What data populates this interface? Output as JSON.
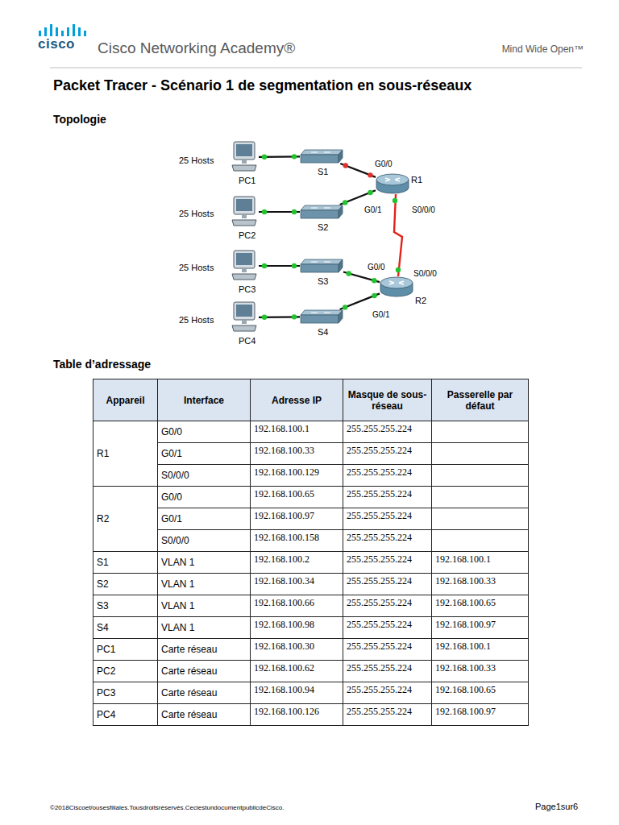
{
  "diagram": {
    "title": "Packet Tracer - Scénario 1 de segmentation en sous-réseaux",
    "nodes": [
      {
        "text": [
          "PC1"
        ]
      },
      {
        "text": [
          "S1"
        ]
      },
      {
        "text": [
          "R1"
        ]
      },
      {
        "text": [
          "PC2"
        ]
      },
      {
        "text": [
          "S2"
        ]
      },
      {
        "text": [
          "PC3"
        ]
      },
      {
        "text": [
          "S3"
        ]
      },
      {
        "text": [
          "R2"
        ]
      },
      {
        "text": [
          "PC4"
        ]
      },
      {
        "text": [
          "S4"
        ]
      }
    ],
    "edges": [
      {
        "from": 0,
        "to": 1,
        "arrow": "none"
      },
      {
        "from": 1,
        "to": 2,
        "arrow": "none"
      },
      {
        "from": 3,
        "to": 4,
        "arrow": "none"
      },
      {
        "from": 4,
        "to": 2,
        "arrow": "none"
      },
      {
        "from": 2,
        "to": 7,
        "arrow": "none"
      },
      {
        "from": 5,
        "to": 6,
        "arrow": "none"
      },
      {
        "from": 6,
        "to": 7,
        "arrow": "none"
      },
      {
        "from": 8,
        "to": 9,
        "arrow": "none"
      },
      {
        "from": 9,
        "to": 7,
        "arrow": "none"
      }
    ],
    "labels": [
      "cisco",
      "Cisco Networking Academy®",
      "Mind Wide Open™",
      "Topologie",
      "25 Hosts",
      "25 Hosts",
      "25 Hosts",
      "25 Hosts",
      "G0/0",
      "G0/1",
      "S0/0/0",
      "G0/0",
      "S0/0/0",
      "G0/1",
      "Table d’adressage",
      "Appareil",
      "Interface",
      "Adresse IP",
      "Masque de sous-réseau",
      "Passerelle par défaut",
      "R1",
      "G0/0",
      "192.168.100.1",
      "255.255.255.224",
      "G0/1",
      "192.168.100.33",
      "255.255.255.224",
      "S0/0/0",
      "192.168.100.129",
      "255.255.255.224",
      "R2",
      "G0/0",
      "192.168.100.65",
      "255.255.255.224",
      "G0/1",
      "192.168.100.97",
      "255.255.255.224",
      "S0/0/0",
      "192.168.100.158",
      "255.255.255.224",
      "S1",
      "VLAN 1",
      "192.168.100.2",
      "255.255.255.224",
      "192.168.100.1",
      "S2",
      "VLAN 1",
      "192.168.100.34",
      "255.255.255.224",
      "192.168.100.33",
      "S3",
      "VLAN 1",
      "192.168.100.66",
      "255.255.255.224",
      "192.168.100.65",
      "S4",
      "VLAN 1",
      "192.168.100.98",
      "255.255.255.224",
      "192.168.100.97",
      "PC1",
      "Carte réseau",
      "192.168.100.30",
      "255.255.255.224",
      "192.168.100.1",
      "PC2",
      "Carte réseau",
      "192.168.100.62",
      "255.255.255.224",
      "192.168.100.33",
      "PC3",
      "Carte réseau",
      "192.168.100.94",
      "255.255.255.224",
      "192.168.100.65",
      "PC4",
      "Carte réseau",
      "192.168.100.126",
      "255.255.255.224",
      "192.168.100.97",
      "©2018Ciscoet/ousesfiliales.Tousdroitsréservés.CeciestundocumentpublicdeCisco.",
      "Page1sur6"
    ]
  }
}
